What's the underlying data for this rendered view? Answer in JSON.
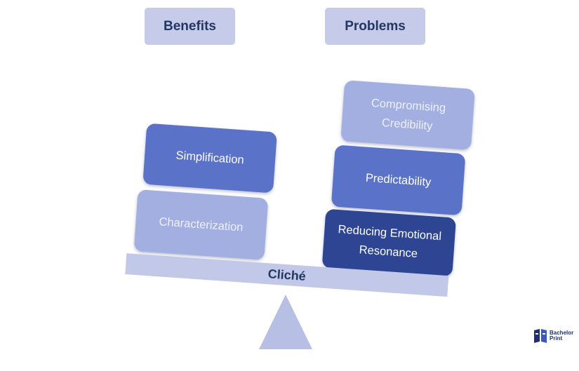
{
  "headers": {
    "left": "Benefits",
    "right": "Problems"
  },
  "beam_label": "Cliché",
  "left_blocks": [
    {
      "label": "Simplification",
      "color": "#5a72c8",
      "text_color": "#ffffff"
    },
    {
      "label": "Characterization",
      "color": "#a3afe0",
      "text_color": "#eef0fb"
    }
  ],
  "right_blocks": [
    {
      "label": "Compromising Credibility",
      "color": "#a3afe0",
      "text_color": "#eef0fb"
    },
    {
      "label": "Predictability",
      "color": "#5a72c8",
      "text_color": "#ffffff"
    },
    {
      "label": "Reducing Emotional Resonance",
      "color": "#2d4592",
      "text_color": "#ffffff"
    }
  ],
  "colors": {
    "header_bg": "#c5cbe8",
    "beam": "#c1c8e8",
    "fulcrum": "#b7bfe4",
    "title_text": "#243663"
  },
  "logo": {
    "line1": "Bachelor",
    "line2": "Print",
    "icon": "book-logo-icon"
  }
}
